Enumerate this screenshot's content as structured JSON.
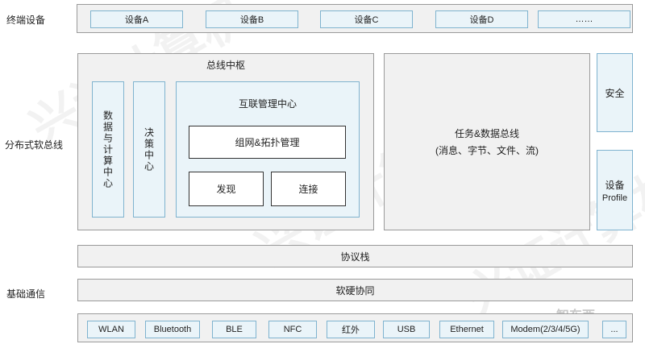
{
  "layers": {
    "terminal": "终端设备",
    "distributed": "分布式软总线",
    "basic": "基础通信"
  },
  "terminal_devices": [
    "设备A",
    "设备B",
    "设备C",
    "设备D",
    "……"
  ],
  "bus_hub": {
    "title": "总线中枢",
    "data_center": "数据与计算中心",
    "decision_center": "决策中心",
    "interconnect": {
      "title": "互联管理中心",
      "networking": "组网&拓扑管理",
      "discovery": "发现",
      "connection": "连接"
    }
  },
  "task_bus": {
    "line1": "任务&数据总线",
    "line2": "(消息、字节、文件、流)"
  },
  "security": "安全",
  "device_profile": {
    "line1": "设备",
    "line2": "Profile"
  },
  "protocol_stack": "协议栈",
  "hw_sw_coop": "软硬协同",
  "comm_tech": [
    "WLAN",
    "Bluetooth",
    "BLE",
    "NFC",
    "红外",
    "USB",
    "Ethernet",
    "Modem(2/3/4/5G)",
    "..."
  ]
}
